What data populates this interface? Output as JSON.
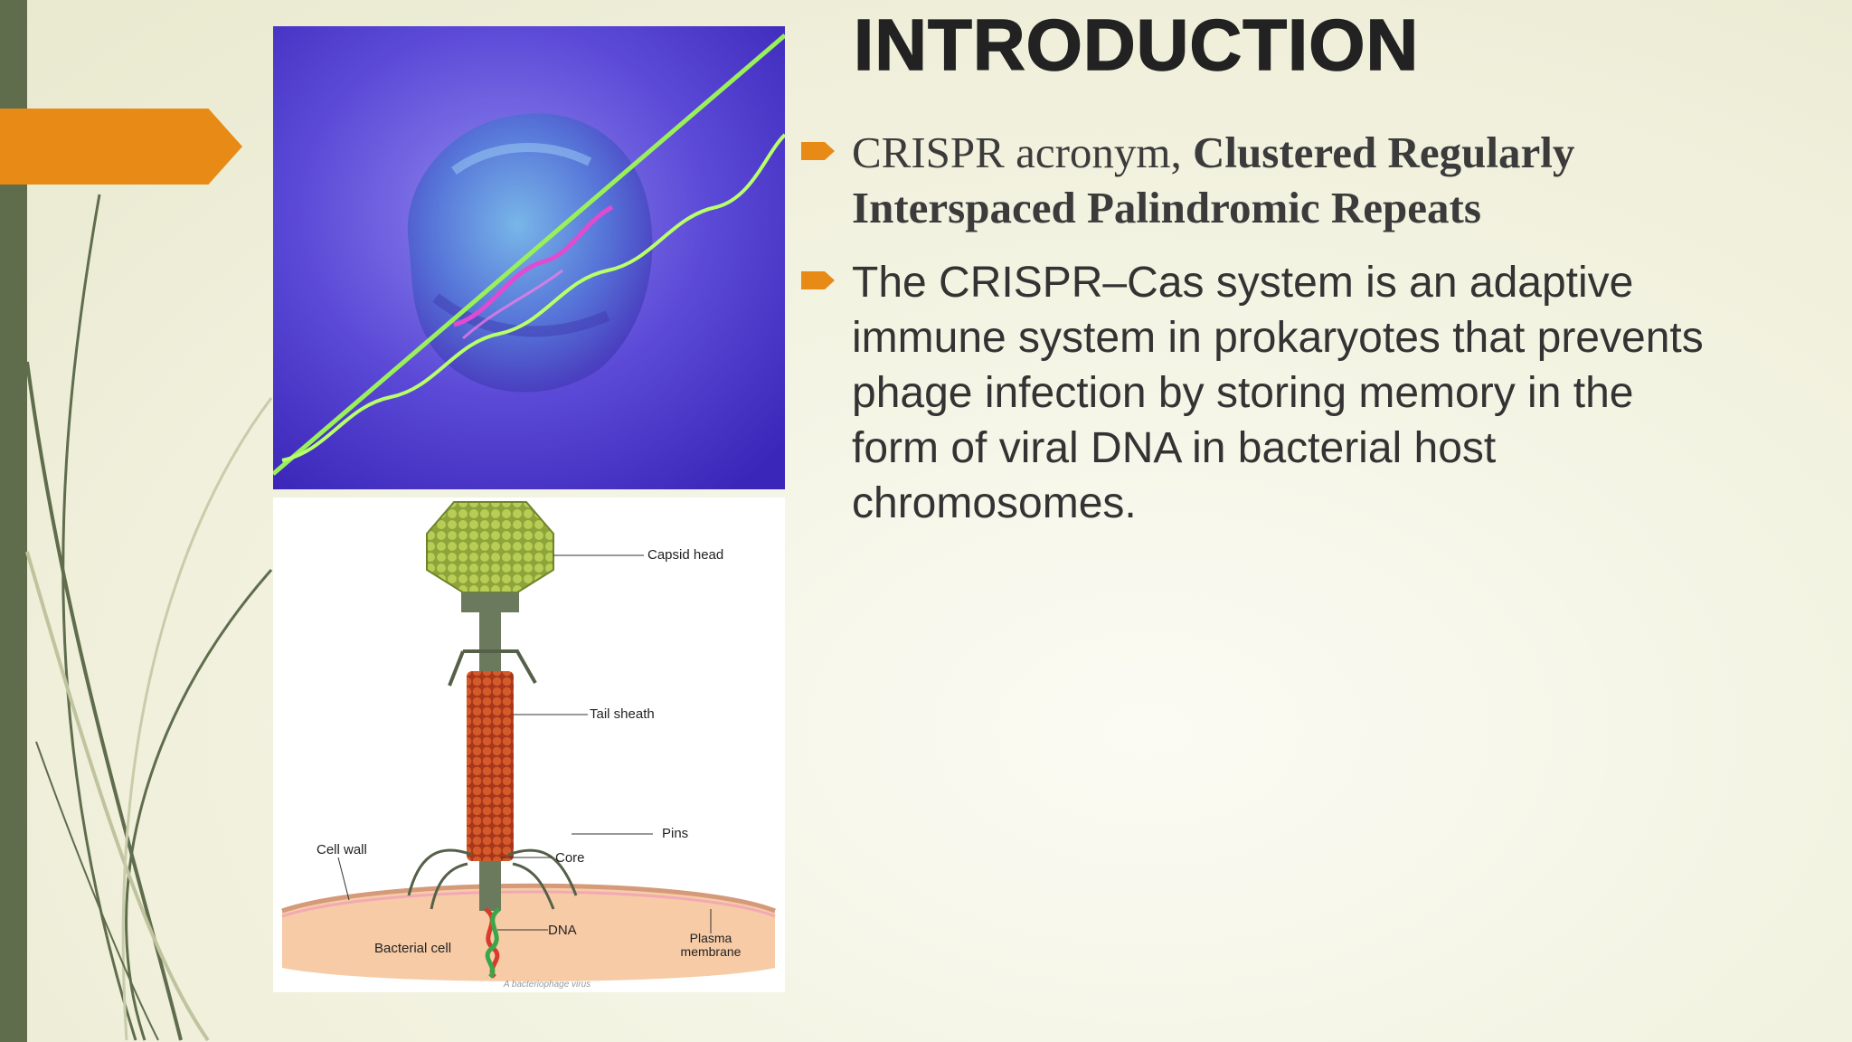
{
  "slide": {
    "title": "INTRODUCTION",
    "bullets": [
      {
        "plain": "CRISPR acronym, ",
        "bold": "Clustered Regularly Interspaced Palindromic Repeats"
      },
      {
        "text": "The CRISPR–Cas system is an adaptive immune system in prokaryotes that prevents phage infection by storing memory in the form of viral DNA in bacterial host chromosomes."
      }
    ]
  },
  "diagram": {
    "labels": {
      "capsid_head": "Capsid head",
      "tail_sheath": "Tail sheath",
      "pins": "Pins",
      "cell_wall": "Cell wall",
      "core": "Core",
      "dna": "DNA",
      "bacterial_cell": "Bacterial cell",
      "plasma_membrane_1": "Plasma",
      "plasma_membrane_2": "membrane",
      "caption": "A bacteriophage virus"
    }
  },
  "colors": {
    "accent": "#e88a16",
    "sidebar": "#5f6d4c",
    "title": "#222222"
  }
}
